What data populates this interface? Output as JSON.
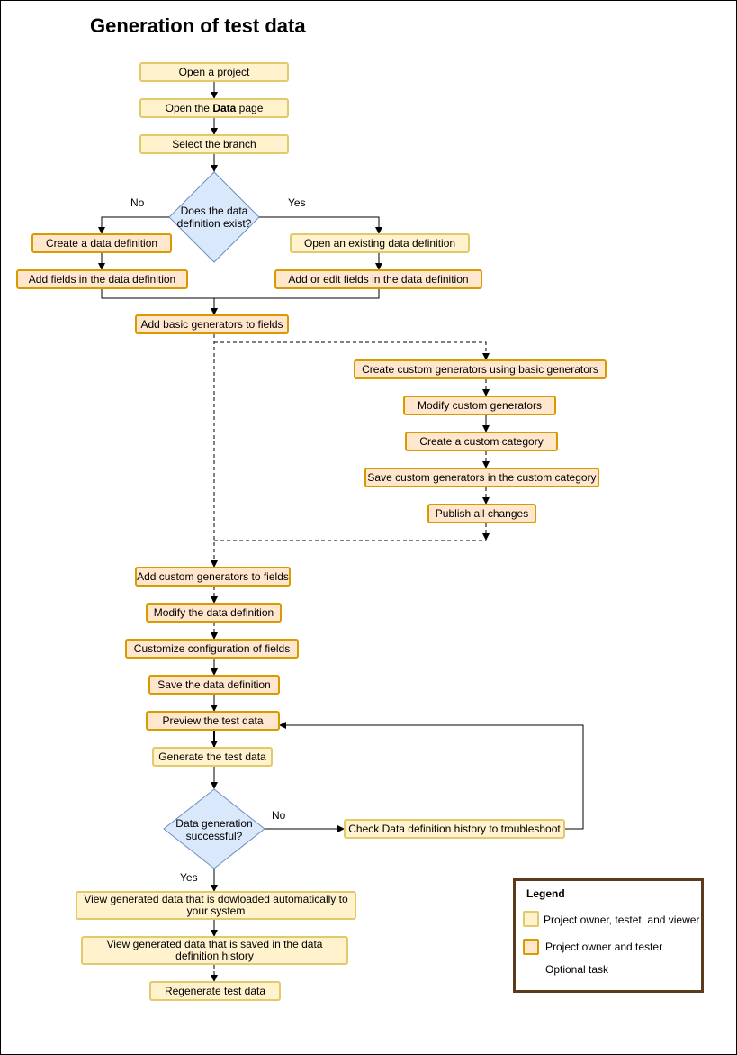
{
  "title": "Generation of test data",
  "nodes": {
    "open_project": "Open a project",
    "open_data_page_pre": "Open the ",
    "open_data_page_bold": "Data",
    "open_data_page_post": " page",
    "select_branch": "Select the branch",
    "decision_data_def": "Does the data definition exist?",
    "create_data_def": "Create a data definition",
    "add_fields": "Add fields in the data definition",
    "open_existing": "Open an existing data definition",
    "add_edit_fields": "Add or edit fields in the data definition",
    "add_basic_generators": "Add basic generators to fields",
    "create_custom_generators": "Create custom generators using basic generators",
    "modify_custom_generators": "Modify custom generators",
    "create_custom_category": "Create a custom category",
    "save_custom_generators": "Save custom generators in the custom category",
    "publish_changes": "Publish all changes",
    "add_custom_generators": "Add custom generators to fields",
    "modify_data_def": "Modify the data definition",
    "customize_config": "Customize configuration of fields",
    "save_data_def": "Save the data definition",
    "preview_data": "Preview the test data",
    "generate_data": "Generate the test data",
    "decision_success": "Data generation successful?",
    "check_history": "Check Data definition history to troubleshoot",
    "view_downloaded": "View generated data that is dowloaded automatically to your system",
    "view_saved": "View generated data that is saved in the data definition history",
    "regenerate": "Regenerate test data"
  },
  "labels": {
    "no_1": "No",
    "yes_1": "Yes",
    "no_2": "No",
    "yes_2": "Yes"
  },
  "legend": {
    "title": "Legend",
    "light_label": "Project owner, testet, and viewer",
    "dark_label": "Project owner and tester",
    "optional_label": "Optional task"
  },
  "colors": {
    "light_fill": "#fff2cc",
    "light_border": "#e2c96a",
    "dark_fill": "#ffe6cc",
    "dark_border": "#d79b00",
    "decision_fill": "#dae8fc",
    "decision_border": "#6c8ebf",
    "legend_border": "#5c3a1e"
  }
}
